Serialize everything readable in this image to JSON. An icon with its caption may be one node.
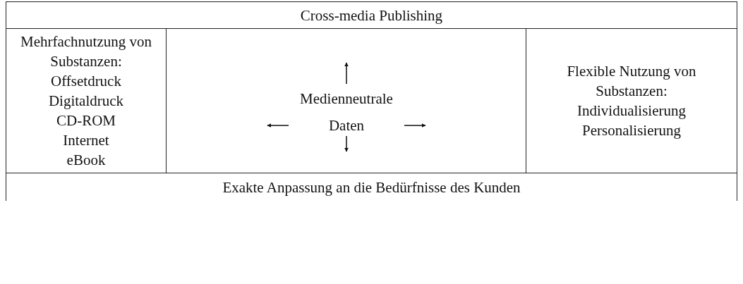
{
  "diagram": {
    "nodes": [
      {
        "text": [
          "Cross-media Publishing"
        ]
      },
      {
        "text": [
          "Mehrfachnutzung von Substanzen:",
          "Offsetdruck",
          "Digitaldruck",
          "CD-ROM",
          "Internet",
          "eBook"
        ]
      },
      {
        "text": [],
        "shape": "box"
      },
      {
        "text": [
          "Medienneutrale Daten"
        ],
        "in": 2
      },
      {
        "text": [
          "Flexible Nutzung von Substanzen:",
          "Individualisierung",
          "Personalisierung"
        ]
      },
      {
        "text": [
          "Exakte Anpassung an die Bedürfnisse des Kunden"
        ]
      }
    ],
    "edges": [
      {
        "from": 3,
        "to": null,
        "arrow": "to"
      },
      {
        "from": 3,
        "to": null,
        "arrow": "to"
      },
      {
        "from": 3,
        "to": null,
        "arrow": "to"
      },
      {
        "from": 3,
        "to": null,
        "arrow": "to"
      }
    ]
  }
}
